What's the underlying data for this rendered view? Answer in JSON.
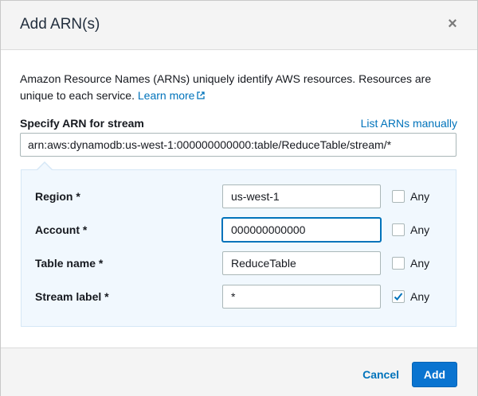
{
  "dialog": {
    "title": "Add ARN(s)",
    "close_glyph": "×"
  },
  "description": {
    "text": "Amazon Resource Names (ARNs) uniquely identify AWS resources. Resources are unique to each service.",
    "link_label": "Learn more",
    "link_icon": "external-link-icon"
  },
  "arn": {
    "label": "Specify ARN for stream",
    "list_manually": "List ARNs manually",
    "value": "arn:aws:dynamodb:us-west-1:000000000000:table/ReduceTable/stream/*"
  },
  "fields": [
    {
      "label": "Region *",
      "value": "us-west-1",
      "any_label": "Any",
      "any_checked": false,
      "focused": false
    },
    {
      "label": "Account *",
      "value": "000000000000",
      "any_label": "Any",
      "any_checked": false,
      "focused": true
    },
    {
      "label": "Table name *",
      "value": "ReduceTable",
      "any_label": "Any",
      "any_checked": false,
      "focused": false
    },
    {
      "label": "Stream label *",
      "value": "*",
      "any_label": "Any",
      "any_checked": true,
      "focused": false
    }
  ],
  "footer": {
    "cancel_label": "Cancel",
    "add_label": "Add"
  },
  "colors": {
    "link": "#0073bb",
    "primary_button": "#0a74d0",
    "panel_background": "#f1f8fe",
    "checkmark": "#0073bb"
  }
}
